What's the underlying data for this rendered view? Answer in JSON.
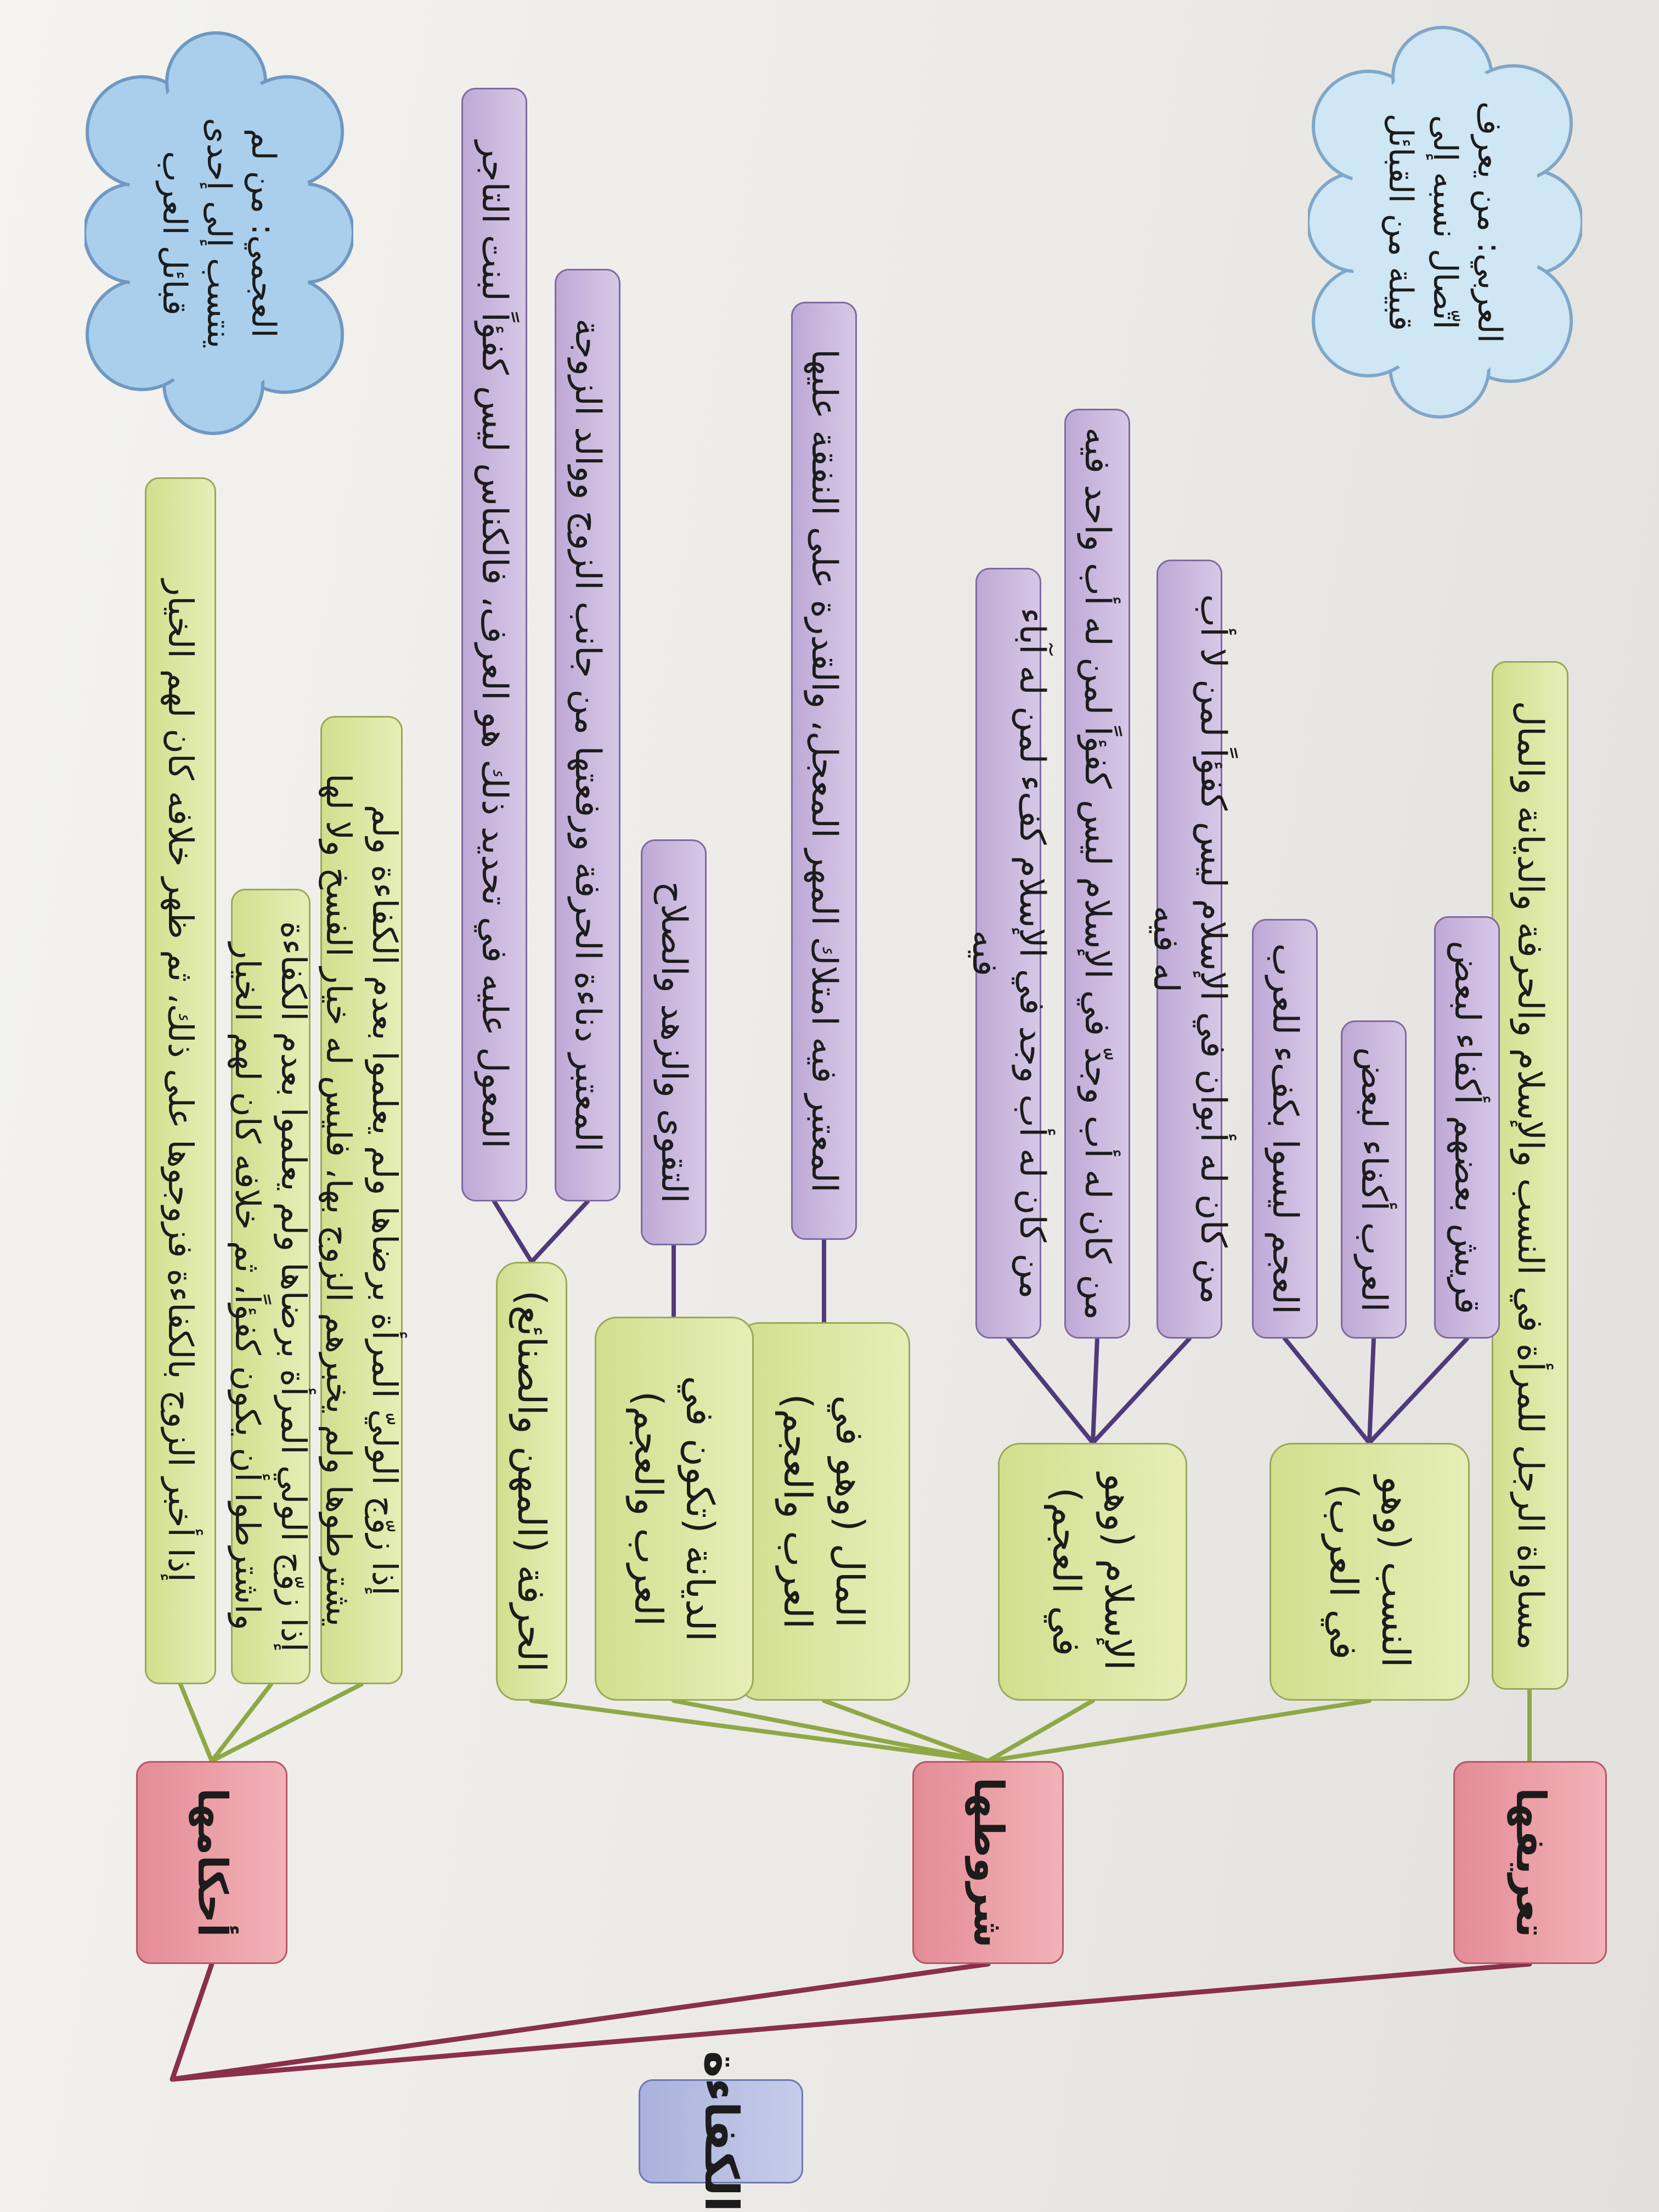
{
  "root": {
    "label": "الكفاءة"
  },
  "branches": {
    "definition": {
      "label": "تعريفها"
    },
    "conditions": {
      "label": "شروطها"
    },
    "rulings": {
      "label": "أحكامها"
    }
  },
  "definition_text": "مساواة الرجل للمرأة في النسب والإسلام والحرفة والديانة والمال",
  "conditions": [
    {
      "label": "النسب (وهو في العرب)"
    },
    {
      "label": "الإسلام (وهو في العجم)"
    },
    {
      "label": "المال (وهو في العرب والعجم)"
    },
    {
      "label": "الديانة (تكون في العرب والعجم)"
    },
    {
      "label": "الحرفة (المهن والصنائع)"
    }
  ],
  "details": [
    "قريش بعضهم أكفاء لبعض",
    "العرب أكفاء لبعض",
    "العجم ليسوا بكفء للعرب",
    "من كان له أبوان في الإسلام ليس كفؤاً لمن لا أب له فيه",
    "من كان له أب وجدّ في الإسلام ليس كفؤاً لمن له أب واحد فيه",
    "من كان له أب وجد في الإسلام كفء لمن له آباء فيه",
    "المعتبر فيه امتلاك المهر المعجل، والقدرة على النفقة عليها",
    "التقوى والزهد والصلاح",
    "المعتبر دناءة الحرفة ورفعتها من جانب الزوج ووالد الزوجة",
    "المعول عليه في تحديد ذلك هو العرف، فالكناس ليس كفؤاً لبنت التاجر"
  ],
  "rulings": [
    "إذا زوّج الوليّ المرأة برضاها ولم يعلموا بعدم الكفاءة ولم يشترطوها ولم يخبرهم الزوج بها، فليس له خيار الفسخ ولا لها",
    "إذا زوّج الولي المرأة برضاها ولم يعلموا بعدم الكفاءة واشترطوا أن يكون كفؤاً، ثم خلافه كان لهم الخيار",
    "إذا أخبر الزوج بالكفاءة فزوجوها على ذلك، ثم ظهر خلافه كان لهم الخيار"
  ],
  "clouds": [
    "العربي: من يعرف اتّصال نسبه إلى قبيلة من القبائل",
    "العجمي: من لم ينتسب إلى إحدى قبائل العرب"
  ]
}
